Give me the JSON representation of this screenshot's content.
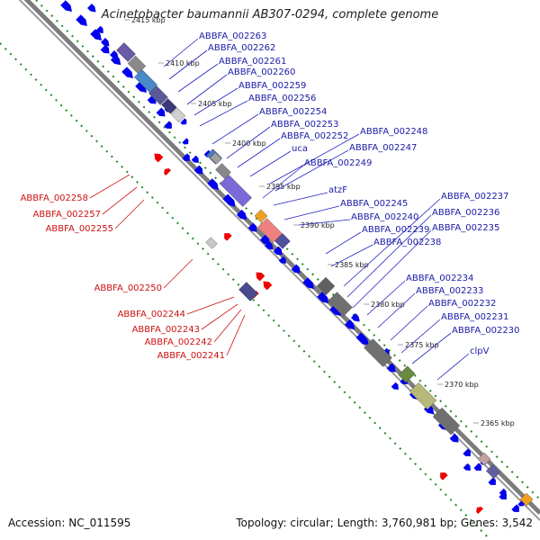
{
  "title": "Acinetobacter baumannii AB307-0294, complete genome",
  "accession_label": "Accession: NC_011595",
  "info_label": "Topology: circular; Length: 3,760,981 bp; Genes: 3,542",
  "colors": {
    "forward_gene": "#0000ee",
    "reverse_gene": "#ee0000",
    "backbone": "#888888",
    "gc_track": "#228822",
    "forward_label": "#1a1aa6",
    "reverse_label": "#cc1111"
  },
  "ticks": [
    "2415 kbp",
    "2410 kbp",
    "2405 kbp",
    "2400 kbp",
    "2395 kbp",
    "2390 kbp",
    "2385 kbp",
    "2380 kbp",
    "2375 kbp",
    "2370 kbp",
    "2365 kbp"
  ],
  "forward_labels": [
    "ABBFA_002263",
    "ABBFA_002262",
    "ABBFA_002261",
    "ABBFA_002260",
    "ABBFA_002259",
    "ABBFA_002256",
    "ABBFA_002254",
    "ABBFA_002253",
    "ABBFA_002252",
    "uca",
    "ABBFA_002248",
    "ABBFA_002247",
    "ABBFA_002249",
    "atzF",
    "ABBFA_002245",
    "ABBFA_002237",
    "ABBFA_002240",
    "ABBFA_002236",
    "ABBFA_002239",
    "ABBFA_002235",
    "ABBFA_002238",
    "ABBFA_002234",
    "ABBFA_002233",
    "ABBFA_002232",
    "ABBFA_002231",
    "ABBFA_002230",
    "clpV"
  ],
  "reverse_labels": [
    "ABBFA_002258",
    "ABBFA_002257",
    "ABBFA_002255",
    "ABBFA_002250",
    "ABBFA_002244",
    "ABBFA_002243",
    "ABBFA_002242",
    "ABBFA_002241"
  ]
}
